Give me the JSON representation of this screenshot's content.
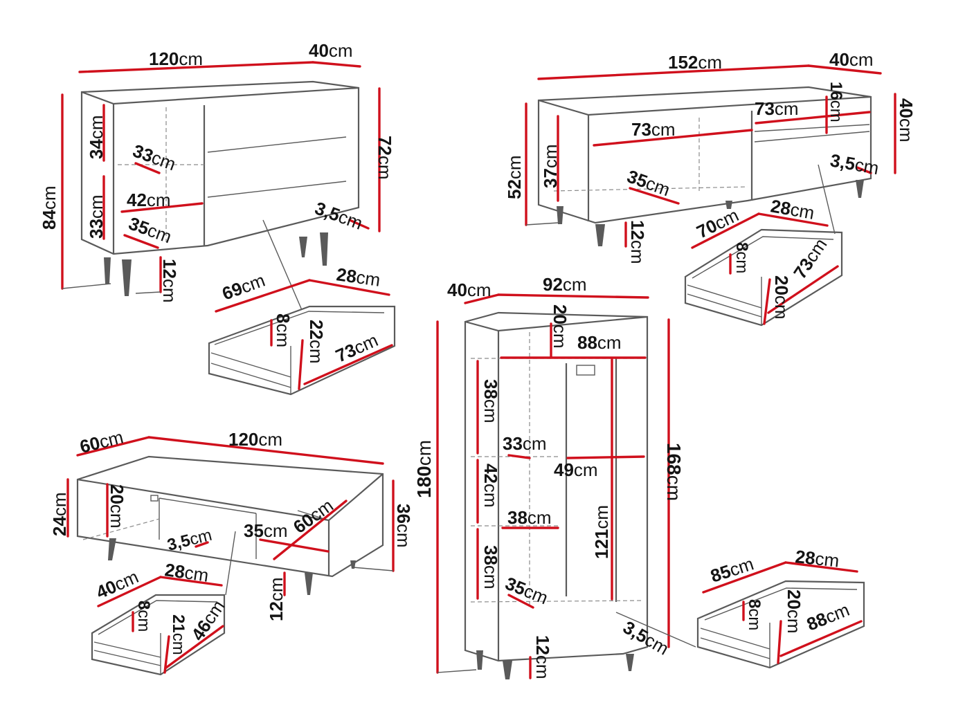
{
  "colors": {
    "dimension_line": "#d0101c",
    "outline": "#5a5a5a",
    "text": "#141414"
  },
  "unit": "cm",
  "sideboard": {
    "width": "120",
    "depth": "40",
    "height_total": "84",
    "height_body": "72",
    "shelf_upper": "34",
    "shelf_lower": "33",
    "shelf_depth_upper": "33",
    "shelf_width": "42",
    "shelf_depth_lower": "35",
    "panel": "3,5",
    "legs": "12",
    "drawer": {
      "width": "69",
      "depth": "28",
      "height_inner": "8",
      "height": "22",
      "length": "73"
    }
  },
  "tv_stand": {
    "width": "152",
    "depth": "40",
    "height_side": "40",
    "height_total": "52",
    "inner_height": "37",
    "compartment_width": "73",
    "top_width": "73",
    "top_height": "16",
    "inner_depth": "35",
    "panel": "3,5",
    "legs": "12",
    "drawer": {
      "width": "70",
      "depth": "28",
      "height_inner": "8",
      "height": "20",
      "length": "73"
    }
  },
  "wardrobe": {
    "depth": "40",
    "width": "92",
    "top_height": "20",
    "top_width": "88",
    "height_total": "180",
    "height_body": "168",
    "shelf_1": "38",
    "shelf_depth_1": "33",
    "shelf_2": "42",
    "hang_width": "49",
    "shelf_width": "38",
    "shelf_3": "38",
    "hang_height": "121",
    "shelf_depth_2": "35",
    "panel": "3,5",
    "legs": "12",
    "drawer": {
      "width": "85",
      "depth": "28",
      "height_inner": "8",
      "height": "20",
      "length": "88"
    }
  },
  "coffee_table": {
    "depth": "60",
    "width": "120",
    "height_total": "24",
    "inner_height": "20",
    "height_side": "36",
    "panel": "3,5",
    "compartment_width": "35",
    "compartment_depth": "60",
    "legs": "12",
    "drawer": {
      "width": "40",
      "depth": "28",
      "height_inner": "8",
      "height": "21",
      "length": "46"
    }
  }
}
